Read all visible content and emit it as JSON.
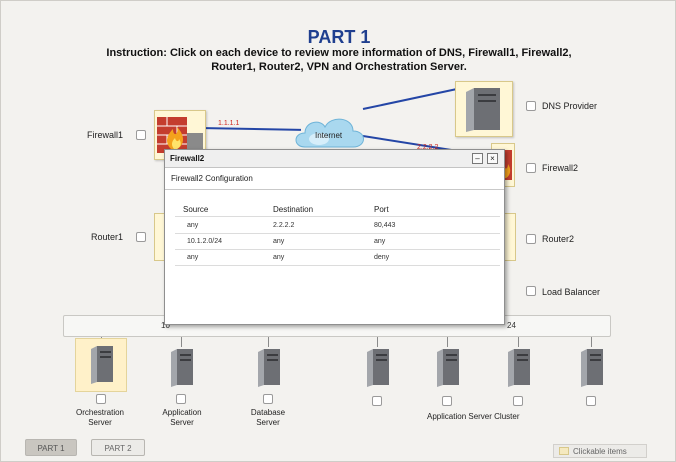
{
  "header": {
    "title": "PART 1",
    "instruction_line1": "Instruction: Click on each device to review more information of DNS, Firewall1, Firewall2,",
    "instruction_line2": "Router1, Router2, VPN and Orchestration Server."
  },
  "network": {
    "internet_label": "Internet",
    "ip_firewall1": "1.1.1.1",
    "ip_firewall2": "2.2.2.2"
  },
  "devices": {
    "firewall1": "Firewall1",
    "router1": "Router1",
    "dns_provider": "DNS Provider",
    "firewall2": "Firewall2",
    "router2": "Router2",
    "load_balancer": "Load Balancer"
  },
  "bar": {
    "left_text": "10",
    "right_text": "24"
  },
  "servers": {
    "orchestration_line1": "Orchestration",
    "orchestration_line2": "Server",
    "application_line1": "Application",
    "application_line2": "Server",
    "database_line1": "Database",
    "database_line2": "Server",
    "cluster": "Application Server Cluster"
  },
  "tabs": [
    "PART 1",
    "PART 2"
  ],
  "legend": "Clickable items",
  "dialog": {
    "title": "Firewall2",
    "section": "Firewall2 Configuration",
    "minimize_label": "–",
    "close_label": "×",
    "columns": [
      "Source",
      "Destination",
      "Port"
    ],
    "rows": [
      [
        "any",
        "2.2.2.2",
        "80,443"
      ],
      [
        "10.1.2.0/24",
        "any",
        "any"
      ],
      [
        "any",
        "any",
        "deny"
      ]
    ]
  },
  "colors": {
    "title_blue": "#1f3f8f",
    "highlight": "#fff7d6",
    "network_line": "#2446a6",
    "ip_red": "#d0281f"
  }
}
